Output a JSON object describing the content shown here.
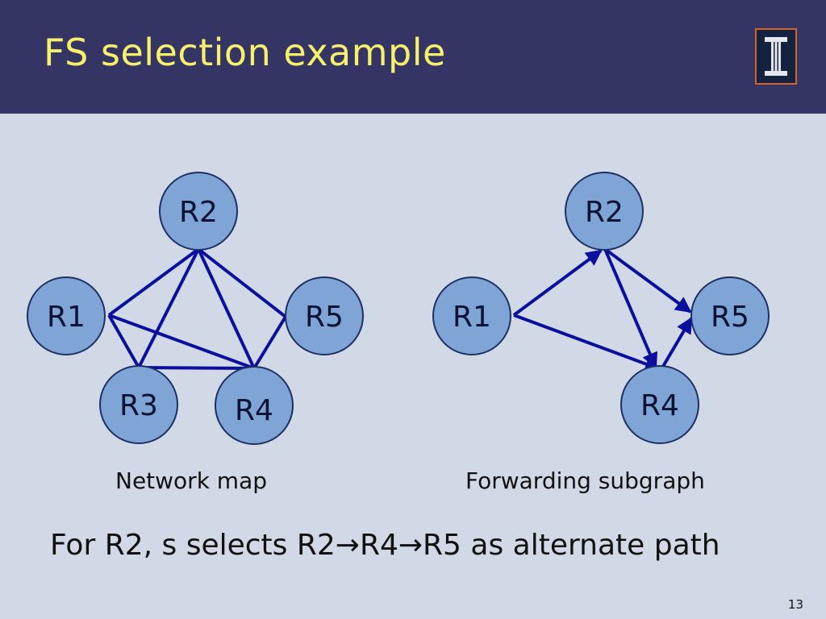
{
  "slide": {
    "title": "FS selection example",
    "page_number": "13",
    "bottom_text": {
      "part1": "For R2, s selects R2",
      "arrow1": "→",
      "part2": "R4",
      "arrow2": "→",
      "part3": "R5 as alternate path"
    }
  },
  "network_map": {
    "caption": "Network map",
    "nodes": [
      "R2",
      "R1",
      "R5",
      "R3",
      "R4"
    ],
    "edges": [
      [
        "R2",
        "R1"
      ],
      [
        "R2",
        "R3"
      ],
      [
        "R2",
        "R4"
      ],
      [
        "R2",
        "R5"
      ],
      [
        "R1",
        "R3"
      ],
      [
        "R1",
        "R4"
      ],
      [
        "R3",
        "R4"
      ],
      [
        "R4",
        "R5"
      ]
    ]
  },
  "forwarding_subgraph": {
    "caption": "Forwarding subgraph",
    "nodes": [
      "R2",
      "R1",
      "R5",
      "R4"
    ],
    "arcs": [
      [
        "R1",
        "R2"
      ],
      [
        "R1",
        "R4"
      ],
      [
        "R2",
        "R4"
      ],
      [
        "R2",
        "R5"
      ],
      [
        "R4",
        "R5"
      ]
    ]
  },
  "colors": {
    "title_bar": "#343564",
    "title_text": "#f7f06b",
    "background": "#d1d9e6",
    "node_fill": "#7fa4d6",
    "edge": "#0b0f9e"
  }
}
